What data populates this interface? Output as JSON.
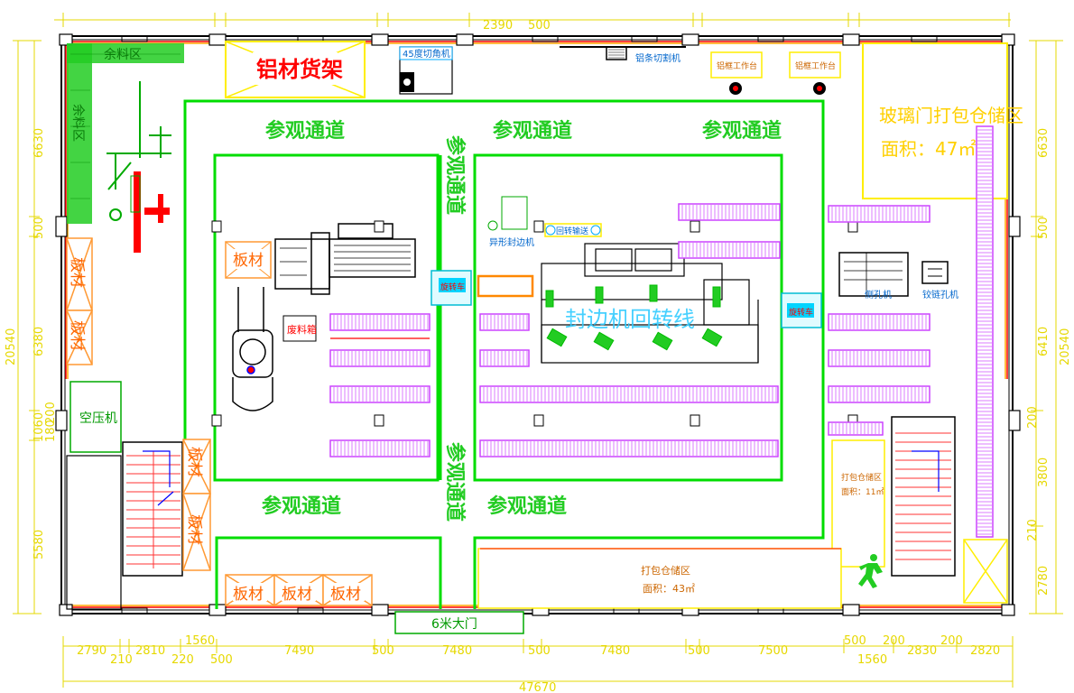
{
  "colors": {
    "wall": "#000000",
    "border_red": "#ff0000",
    "border_orange": "#ffa500",
    "path_green": "#00dd00",
    "text_green": "#22cc22",
    "yellow": "#ffee00",
    "dim_yellow": "#e6d800",
    "red_line": "#ff0000",
    "orange_box": "#ff9933",
    "magenta": "#cc44ff",
    "cyan": "#00d4ff"
  },
  "top_dims": {
    "a": "2390",
    "b": "500"
  },
  "bottom_dims": [
    "2790",
    "210",
    "2810",
    "220",
    "1560",
    "500",
    "7490",
    "500",
    "7480",
    "500",
    "7480",
    "500",
    "7500",
    "500",
    "200",
    "1560",
    "2830",
    "200",
    "2820"
  ],
  "total_width": "47670",
  "left_dims": [
    "6630",
    "500",
    "6380",
    "20540",
    "1060",
    "200",
    "180",
    "5580"
  ],
  "right_dims": [
    "6630",
    "500",
    "6410",
    "20540",
    "200",
    "3800",
    "210",
    "2780"
  ],
  "areas": {
    "leftover": "余料区",
    "aluminum_rack": "铝材货架",
    "cut45": "45度切角机",
    "strip_saw": "铝条切割机",
    "workbench": "铝框工作台",
    "glass_pack_title": "玻璃门打包仓储区",
    "glass_pack_area": "面积：47㎡",
    "board": "板材",
    "waste_bin": "废料箱",
    "compressor": "空压机",
    "profile_edge": "异形封边机",
    "edge_return_line": "封边机回转线",
    "return_conveyor": "回转输送",
    "transfer_cart": "旋转车",
    "side_drill": "侧孔机",
    "hinge_drill": "铰链孔机",
    "pack_store_small": "打包仓储区",
    "pack_store_small_area": "面积：11㎡",
    "pack_store_bottom": "打包仓储区",
    "pack_store_bottom_area": "面积：43㎡",
    "gate": "6米大门"
  },
  "visitor_path": "参观通道"
}
